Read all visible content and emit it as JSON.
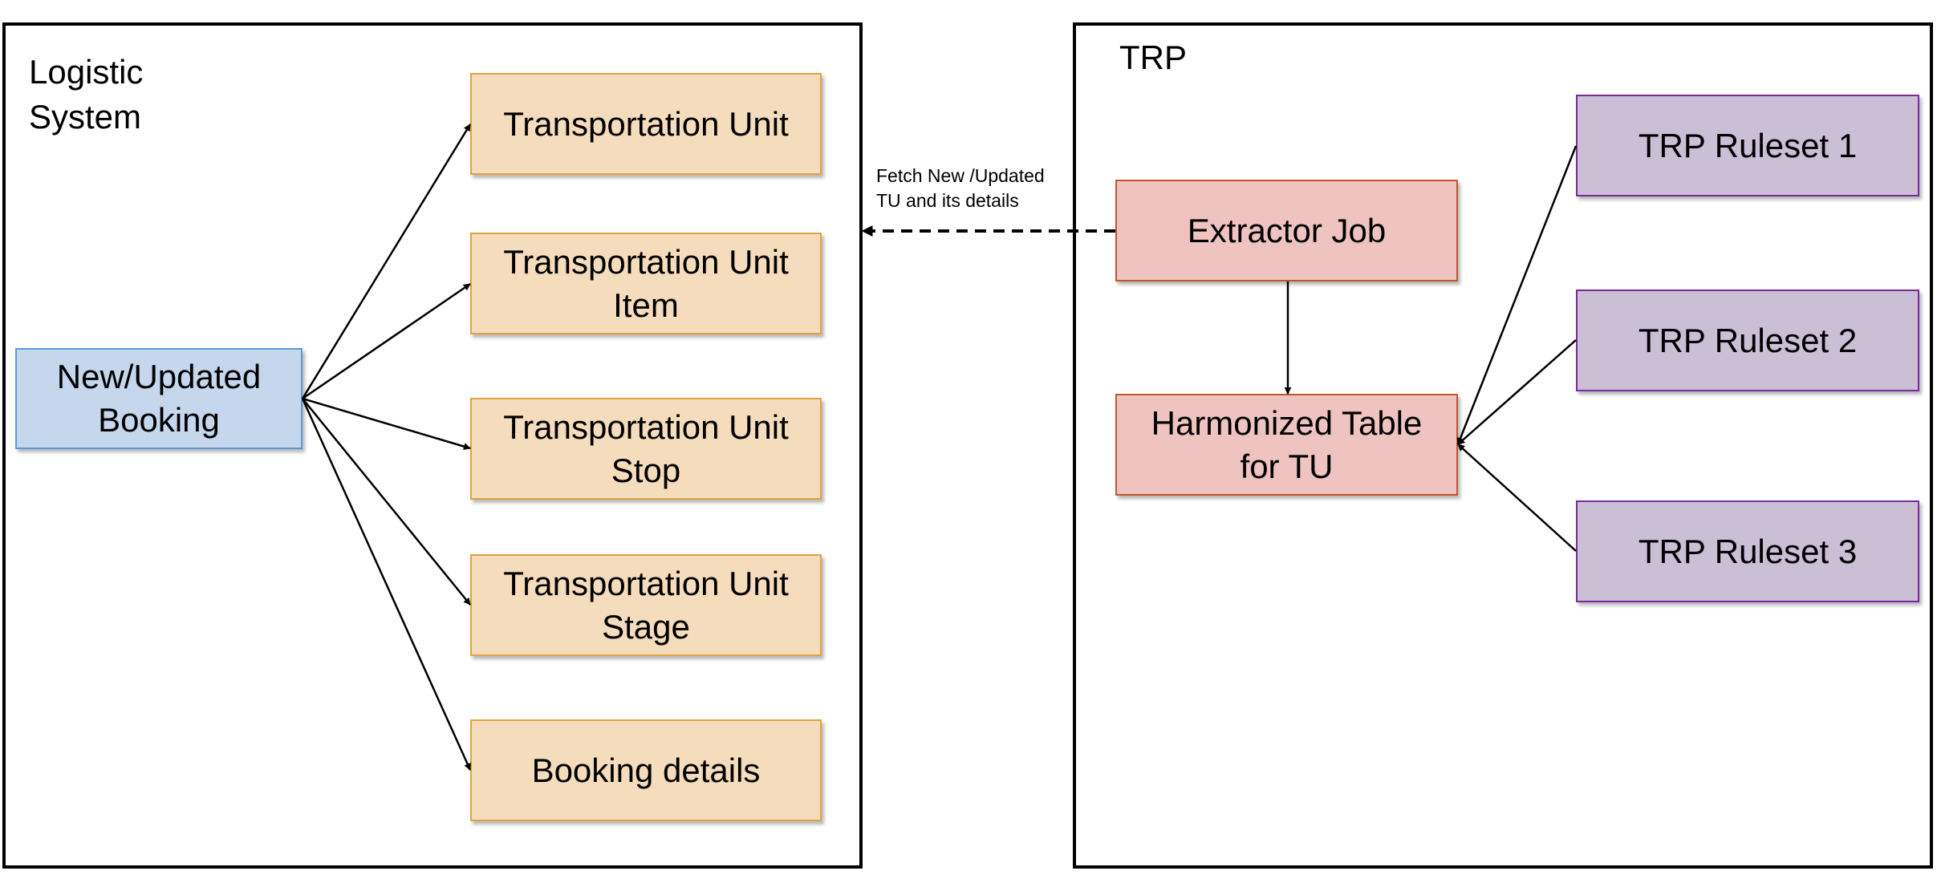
{
  "containers": {
    "logistic": {
      "title": "Logistic\nSystem"
    },
    "trp": {
      "title": "TRP"
    }
  },
  "nodes": {
    "booking": "New/Updated\nBooking",
    "tu": "Transportation Unit",
    "tu_item": "Transportation Unit\nItem",
    "tu_stop": "Transportation Unit\nStop",
    "tu_stage": "Transportation Unit\nStage",
    "booking_details": "Booking details",
    "extractor": "Extractor Job",
    "harmonized": "Harmonized Table\nfor TU",
    "ruleset1": "TRP Ruleset 1",
    "ruleset2": "TRP Ruleset 2",
    "ruleset3": "TRP Ruleset 3"
  },
  "edge_labels": {
    "fetch": "Fetch New /Updated\nTU and its details"
  },
  "colors": {
    "booking_fill": "#c5d7ec",
    "tu_fill": "#f5dcbd",
    "trp_fill": "#eec3c0",
    "ruleset_fill": "#cbbfd6"
  }
}
